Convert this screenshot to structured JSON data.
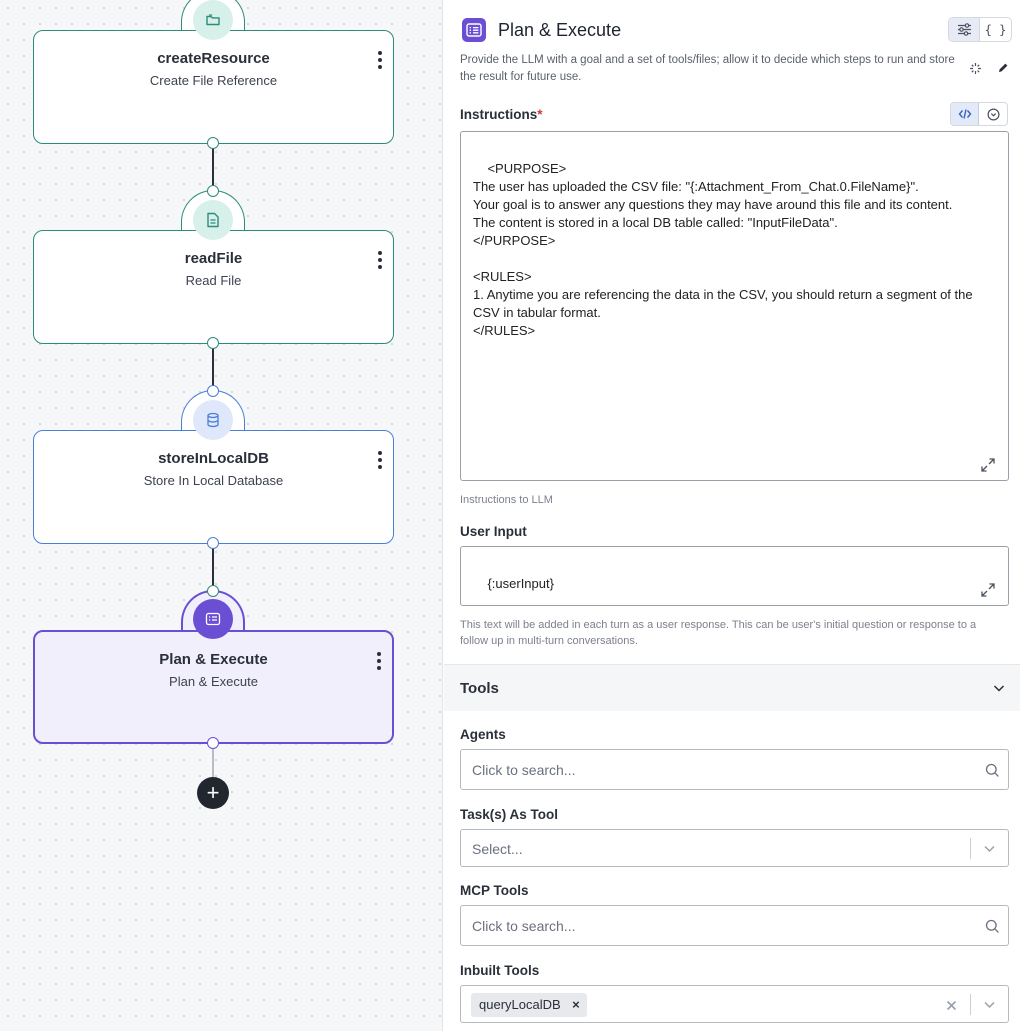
{
  "flow": {
    "nodes": [
      {
        "title": "createResource",
        "subtitle": "Create File Reference",
        "icon": "folder-icon"
      },
      {
        "title": "readFile",
        "subtitle": "Read File",
        "icon": "document-icon"
      },
      {
        "title": "storeInLocalDB",
        "subtitle": "Store In Local Database",
        "icon": "database-icon"
      },
      {
        "title": "Plan & Execute",
        "subtitle": "Plan & Execute",
        "icon": "plan-list-icon"
      }
    ],
    "add_label": "+"
  },
  "panel": {
    "title": "Plan & Execute",
    "view_form_label": "",
    "view_json_label": "{ }",
    "description": "Provide the LLM with a goal and a set of tools/files; allow it to decide which steps to run and store the result for future use.",
    "instructions": {
      "label": "Instructions",
      "required_mark": "*",
      "value": "<PURPOSE>\nThe user has uploaded the CSV file: \"{:Attachment_From_Chat.0.FileName}\".\nYour goal is to answer any questions they may have around this file and its content.\nThe content is stored in a local DB table called: \"InputFileData\".\n</PURPOSE>\n\n<RULES>\n1. Anytime you are referencing the data in the CSV, you should return a segment of the CSV in tabular format.\n</RULES>",
      "help": "Instructions to LLM"
    },
    "user_input": {
      "label": "User Input",
      "value": "{:userInput}",
      "help": "This text will be added in each turn as a user response. This can be user's initial question or response to a follow up in multi-turn conversations."
    },
    "tools": {
      "section_label": "Tools",
      "agents": {
        "label": "Agents",
        "placeholder": "Click to search..."
      },
      "tasks_as_tool": {
        "label": "Task(s) As Tool",
        "placeholder": "Select..."
      },
      "mcp_tools": {
        "label": "MCP Tools",
        "placeholder": "Click to search..."
      },
      "inbuilt_tools": {
        "label": "Inbuilt Tools",
        "selected": [
          "queryLocalDB"
        ],
        "remove_label": "×"
      }
    }
  },
  "colors": {
    "accent": "#6a4fd4",
    "teal": "#2e8b7a",
    "blue": "#4a7fd6"
  }
}
